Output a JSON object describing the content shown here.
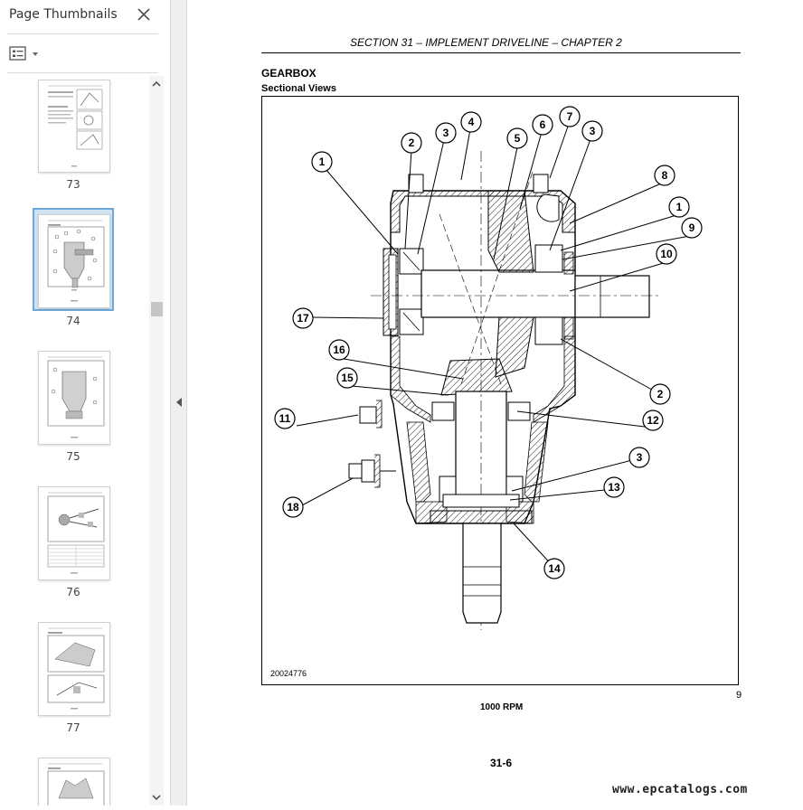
{
  "sidebar": {
    "title": "Page Thumbnails",
    "thumbnails": [
      {
        "page": "73"
      },
      {
        "page": "74"
      },
      {
        "page": "75"
      },
      {
        "page": "76"
      },
      {
        "page": "77"
      }
    ],
    "selected_page": "74"
  },
  "document": {
    "section_header": "SECTION 31 – IMPLEMENT DRIVELINE – CHAPTER 2",
    "heading": "GEARBOX",
    "subheading": "Sectional Views",
    "figure_id": "20024776",
    "figure_number": "9",
    "caption": "1000 RPM",
    "page_number": "31-6",
    "callouts": [
      "1",
      "2",
      "3",
      "4",
      "5",
      "6",
      "7",
      "3",
      "8",
      "1",
      "9",
      "10",
      "17",
      "16",
      "15",
      "11",
      "12",
      "18",
      "3",
      "13",
      "2",
      "14"
    ]
  },
  "watermark": "www.epcatalogs.com",
  "colors": {
    "selection_border": "#6fa8d8",
    "selection_fill": "#cfe3f3",
    "sidebar_bg": "#ffffff",
    "splitter_bg": "#efefef"
  },
  "icons": {
    "close": "close-icon",
    "options": "thumbnail-options-icon",
    "scroll_up": "chevron-up-icon",
    "scroll_down": "chevron-down-icon",
    "collapse": "collapse-pane-icon"
  }
}
